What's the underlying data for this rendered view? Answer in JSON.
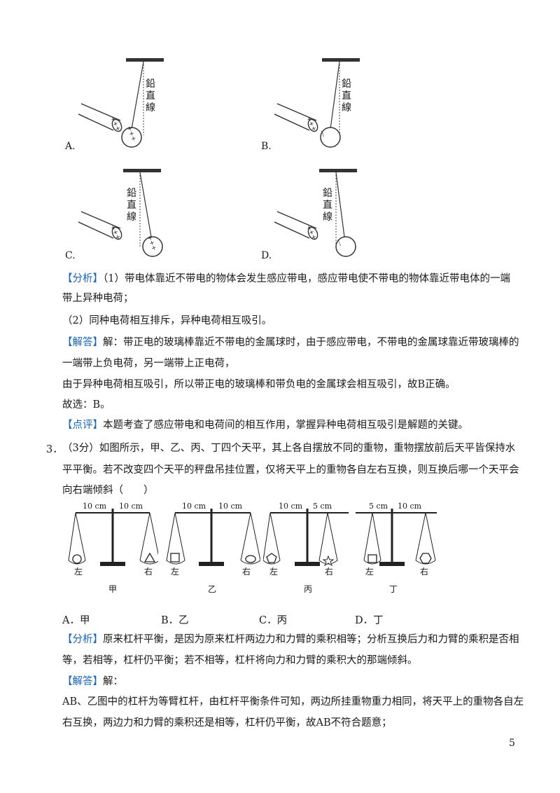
{
  "pendulum_options": [
    {
      "label": "A.",
      "vertical_text": [
        "鉛",
        "直",
        "線"
      ],
      "rod_charges": "+++",
      "ball_near_charges": "+++"
    },
    {
      "label": "B.",
      "vertical_text": [
        "鉛",
        "直",
        "線"
      ],
      "rod_charges": "+++",
      "ball_near_charges": "---"
    },
    {
      "label": "C.",
      "vertical_text": [
        "鉛",
        "直",
        "線"
      ],
      "rod_charges": "+++",
      "ball_near_charges": "+++"
    },
    {
      "label": "D.",
      "vertical_text": [
        "鉛",
        "直",
        "線"
      ],
      "rod_charges": "+++",
      "ball_near_charges": "---"
    }
  ],
  "q2": {
    "analysis_tag": "【分析】",
    "analysis_line1": "（1）带电体靠近不带电的物体会发生感应带电，感应带电使不带电的物体靠近带电体的一端",
    "analysis_line2": "带上异种电荷；",
    "analysis_line3": "（2）同种电荷相互排斥，异种电荷相互吸引。",
    "solution_tag": "【解答】",
    "solution_line1": "解：带正电的玻璃棒靠近不带电的金属球时，由于感应带电，不带电的金属球靠近带玻璃棒的",
    "solution_line2": "一端带上负电荷，另一端带上正电荷，",
    "solution_line3": "由于异种电荷相互吸引，所以带正电的玻璃棒和带负电的金属球会相互吸引，故B正确。",
    "choice_line": "故选：B。",
    "comment_tag": "【点评】",
    "comment_line": "本题考查了感应带电和电荷间的相互作用，掌握异种电荷相互吸引是解题的关键。"
  },
  "q3": {
    "number": "3．",
    "stem_line1": "（3分）如图所示，甲、乙、丙、丁四个天平，其上各自摆放不同的重物，重物摆放前后天平皆保持水",
    "stem_line2": "平平衡。若不改变四个天平的秤盘吊挂位置，仅将天平上的重物各自左右互换，则互换后哪一个天平会",
    "stem_line3": "向右端倾斜（　　）",
    "balances": [
      {
        "name": "甲",
        "left_arm": "10 cm",
        "right_arm": "10 cm",
        "left": "左",
        "right": "右"
      },
      {
        "name": "乙",
        "left_arm": "10 cm",
        "right_arm": "10 cm",
        "left": "左",
        "right": "右"
      },
      {
        "name": "丙",
        "left_arm": "10 cm",
        "right_arm": "5 cm",
        "left": "左",
        "right": "右"
      },
      {
        "name": "丁",
        "left_arm": "5 cm",
        "right_arm": "10 cm",
        "left": "左",
        "right": "右"
      }
    ],
    "options": [
      "A．甲",
      "B．乙",
      "C．丙",
      "D．丁"
    ],
    "analysis_tag": "【分析】",
    "analysis_line1": "原来杠杆平衡，是因为原来杠杆两边力和力臂的乘积相等；分析互换后力和力臂的乘积是否相",
    "analysis_line2": "等，若相等，杠杆仍平衡；若不相等，杠杆将向力和力臂的乘积大的那端倾斜。",
    "solution_tag": "【解答】",
    "solution_head": "解：",
    "solution_line1": "AB、乙图中的杠杆为等臂杠杆，由杠杆平衡条件可知，两边所挂重物重力相同，将天平上的重物各自左",
    "solution_line2": "右互换，两边力和力臂的乘积还是相等，杠杆仍平衡，故AB不符合题意；"
  },
  "page_number": "5"
}
